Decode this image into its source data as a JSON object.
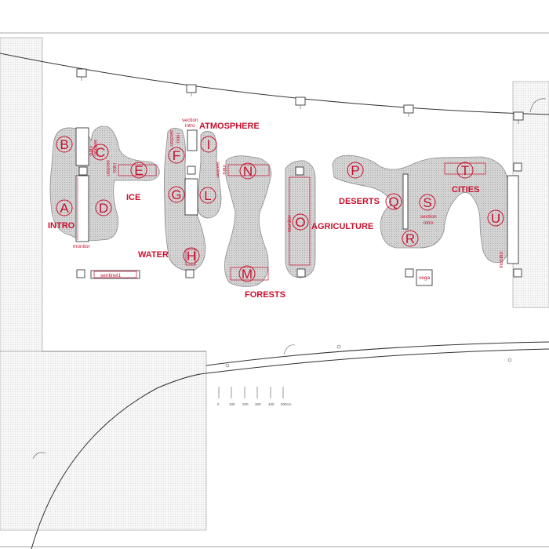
{
  "zones": [
    {
      "id": "intro",
      "letter": "A"
    },
    {
      "id": "b",
      "letter": "B"
    },
    {
      "id": "c",
      "letter": "C"
    },
    {
      "id": "d",
      "letter": "D"
    },
    {
      "id": "e",
      "letter": "E"
    },
    {
      "id": "f",
      "letter": "F"
    },
    {
      "id": "g",
      "letter": "G"
    },
    {
      "id": "h",
      "letter": "H"
    },
    {
      "id": "i",
      "letter": "I"
    },
    {
      "id": "l",
      "letter": "L"
    },
    {
      "id": "m",
      "letter": "M"
    },
    {
      "id": "n",
      "letter": "N"
    },
    {
      "id": "o",
      "letter": "O"
    },
    {
      "id": "p",
      "letter": "P"
    },
    {
      "id": "q",
      "letter": "Q"
    },
    {
      "id": "r",
      "letter": "R"
    },
    {
      "id": "s",
      "letter": "S"
    },
    {
      "id": "t",
      "letter": "T"
    },
    {
      "id": "u",
      "letter": "U"
    }
  ],
  "sections": {
    "intro": "INTRO",
    "ice": "ICE",
    "water": "WATER",
    "atmosphere": "ATMOSPHERE",
    "forests": "FORESTS",
    "agriculture": "AGRICULTURE",
    "deserts": "DESERTS",
    "cities": "CITIES"
  },
  "small_labels": {
    "monitor_intro": "monitor",
    "monitor_agri": "monitor",
    "monitor_cities": "monitor",
    "sentinel": "sentinel1",
    "vega": "vega",
    "section": "section",
    "intro": "intro"
  },
  "scale_ticks": [
    "0",
    "100",
    "200",
    "300",
    "400",
    "500cm"
  ]
}
